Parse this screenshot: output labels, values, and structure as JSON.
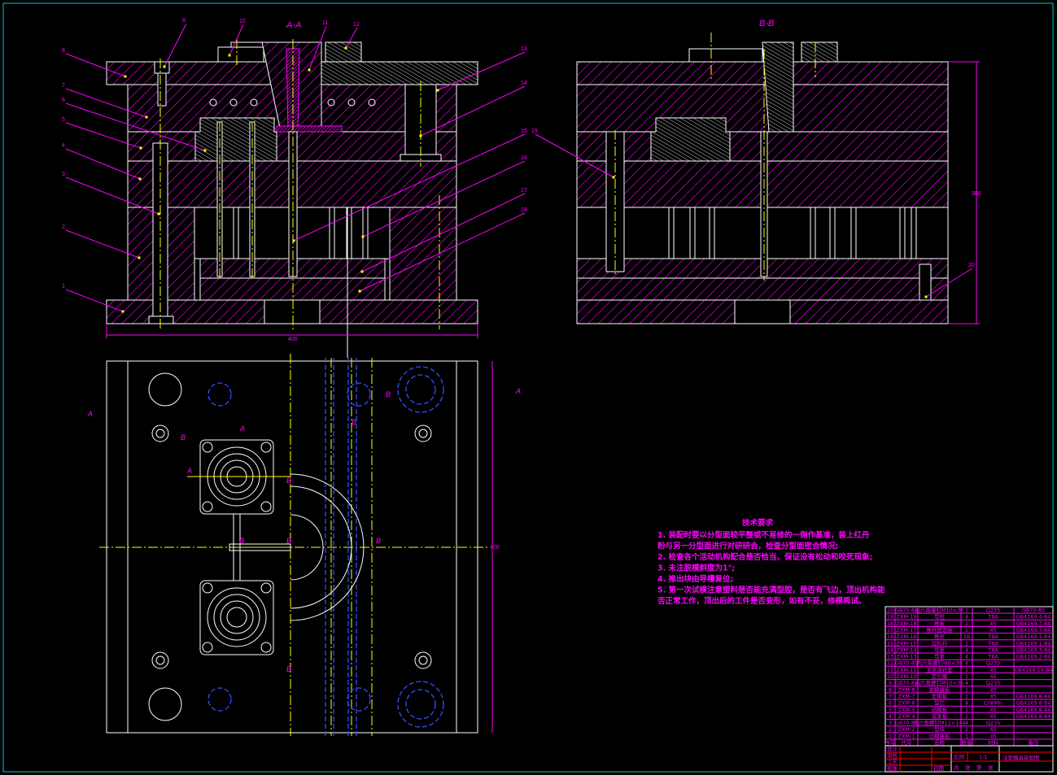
{
  "views": {
    "section_aa_title": "A-A",
    "section_bb_title": "B-B",
    "overall_width_dim": "400",
    "overall_height_dim": "300",
    "plan_height_dim": "400",
    "section_markers": [
      "A",
      "A",
      "B",
      "B",
      "A",
      "A",
      "B",
      "B",
      "B",
      "B",
      "B",
      "B"
    ]
  },
  "part_labels": [
    "1",
    "2",
    "3",
    "4",
    "5",
    "6",
    "7",
    "8",
    "9",
    "10",
    "11",
    "12",
    "13",
    "14",
    "15",
    "16",
    "17",
    "18",
    "19",
    "20"
  ],
  "tech_requirements": {
    "title": "技术要求",
    "lines": [
      "1. 装配时要以分型面较平整或不易修的一侧作基准，装上红丹",
      "粉与另一分型面进行对研研合，检查分型面密合情况;",
      "2. 检查各个活动机构配合是否恰当，保证没有松动和咬死现象;",
      "3. 未注脱模斜度为1°;",
      "4. 推出块由导槽复位;",
      "5. 第一次试模注意塑料是否能充满型腔，是否有飞边，顶出机构能",
      "否正常工作，顶出后的工件是否变形，如有不妥，修模再试。"
    ]
  },
  "bom": {
    "headers": [
      "序号",
      "代号",
      "名称",
      "数量",
      "材料",
      "备注"
    ],
    "rows": [
      [
        "20",
        "GB70-85",
        "内六角螺钉M10×35",
        "1",
        "Q235",
        "GB70-85"
      ],
      [
        "19",
        "ZXM-19",
        "导柱",
        "4",
        "T8A",
        "GB4169.4-84"
      ],
      [
        "18",
        "ZXM-18",
        "推板",
        "1",
        "45",
        "GB4169.7-84"
      ],
      [
        "17",
        "ZXM-17",
        "推杆固定板",
        "1",
        "45",
        "GB4169.7-84"
      ],
      [
        "16",
        "ZXM-16",
        "推杆",
        "16",
        "T8A",
        "GB4169.1-84"
      ],
      [
        "15",
        "ZXM-15",
        "拉料杆",
        "1",
        "T8A",
        "GB4169.1-84"
      ],
      [
        "14",
        "ZXM-14",
        "导套",
        "4",
        "T8A",
        "GB4169.3-84"
      ],
      [
        "13",
        "ZXM-13",
        "导套",
        "4",
        "T8A",
        "GB4169.2-84"
      ],
      [
        "12",
        "GB70-85",
        "内六角螺钉M8×30",
        "4",
        "Q235",
        ""
      ],
      [
        "11",
        "ZXM-11",
        "主流道衬套",
        "1",
        "45",
        "GB4169.19-84"
      ],
      [
        "10",
        "ZXM-10",
        "定位圈",
        "1",
        "45",
        ""
      ],
      [
        "9",
        "GB70-85",
        "内六角螺钉M10×35",
        "4",
        "Q235",
        ""
      ],
      [
        "8",
        "ZXM-8",
        "定模座板",
        "1",
        "45",
        ""
      ],
      [
        "7",
        "ZXM-7",
        "定模板",
        "1",
        "45",
        "GB4169.8-84"
      ],
      [
        "6",
        "ZXM-6",
        "型芯",
        "4",
        "CrWMn",
        "GB4169.8-84"
      ],
      [
        "5",
        "ZXM-5",
        "动模板",
        "1",
        "45",
        "GB4169.8-84"
      ],
      [
        "4",
        "ZXM-4",
        "支承板",
        "1",
        "45",
        "GB4169.8-84"
      ],
      [
        "3",
        "GB70-85",
        "内六角螺钉M12×140",
        "4",
        "Q235",
        ""
      ],
      [
        "2",
        "ZXM-2",
        "垫块",
        "2",
        "45",
        ""
      ],
      [
        "1",
        "ZXM-1",
        "动模座板",
        "1",
        "45",
        ""
      ]
    ]
  },
  "title_block": {
    "designer_label": "设计",
    "checker_label": "审核",
    "craft_label": "工艺",
    "approve_label": "批准",
    "date_label": "日期",
    "scale_label": "比例",
    "scale_value": "1:1",
    "drawing_title": "注塑模具装配图",
    "sheet_labels": [
      "共",
      "张",
      "第",
      "张"
    ]
  }
}
